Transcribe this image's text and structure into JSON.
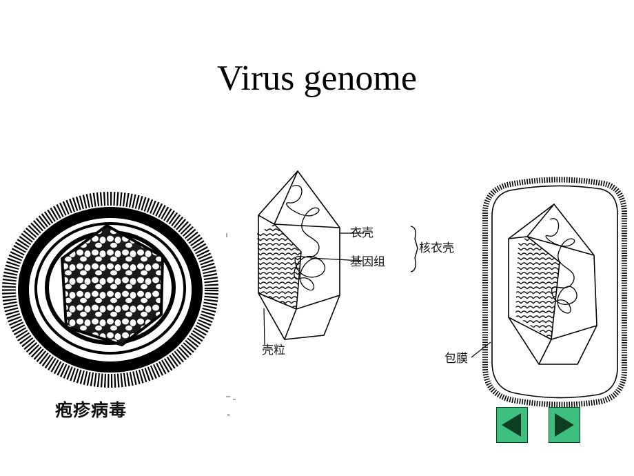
{
  "slide": {
    "title": "Virus genome"
  },
  "figures": {
    "herpes_caption": "疱疹病毒",
    "capsid_label": "衣壳",
    "genome_label": "基因组",
    "nucleocapsid_label": "核衣壳",
    "capsomer_label": "壳粒",
    "envelope_label": "包膜"
  },
  "navigation": {
    "prev_icon": "triangle-left-icon",
    "next_icon": "triangle-right-icon",
    "button_color": "#3fbf7f",
    "arrow_color": "#0d3d22"
  }
}
